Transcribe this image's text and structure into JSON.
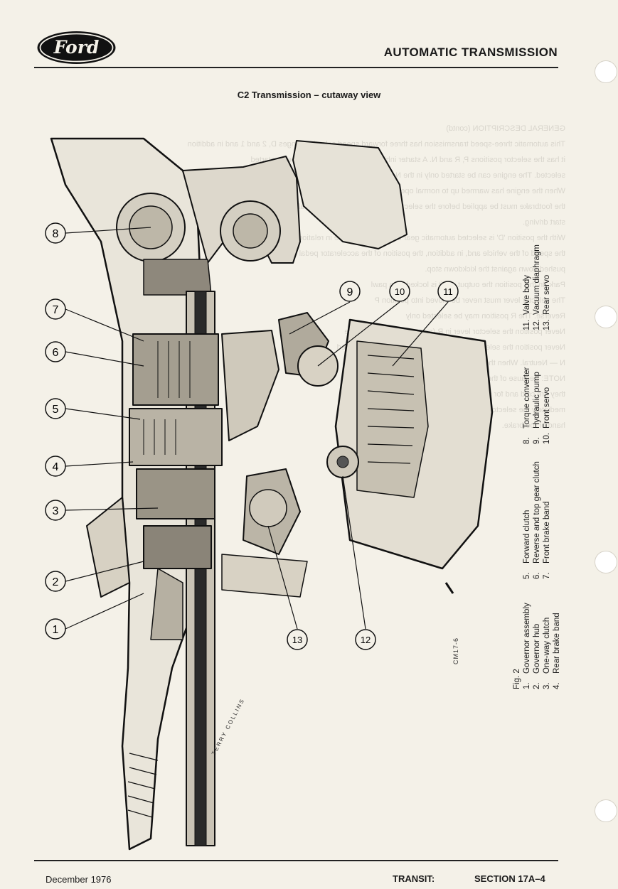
{
  "header": {
    "logo_text": "Ford",
    "title": "AUTOMATIC TRANSMISSION"
  },
  "figure": {
    "title": "C2 Transmission – cutaway view",
    "code": "CM17-6",
    "artist_signature": "TERRY COLLINS",
    "callouts": [
      "1",
      "2",
      "3",
      "4",
      "5",
      "6",
      "7",
      "8",
      "9",
      "10",
      "11",
      "12",
      "13"
    ]
  },
  "legend": {
    "heading": "Fig. 2",
    "columns": [
      [
        {
          "num": "1.",
          "label": "Governor assembly"
        },
        {
          "num": "2.",
          "label": "Governor hub"
        },
        {
          "num": "3.",
          "label": "One-way clutch"
        },
        {
          "num": "4.",
          "label": "Rear brake band"
        }
      ],
      [
        {
          "num": "5.",
          "label": "Forward clutch"
        },
        {
          "num": "6.",
          "label": "Reverse and top gear clutch"
        },
        {
          "num": "7.",
          "label": "Front brake band"
        }
      ],
      [
        {
          "num": "8.",
          "label": "Torque converter"
        },
        {
          "num": "9.",
          "label": "Hydraulic pump"
        },
        {
          "num": "10.",
          "label": "Front servo"
        }
      ],
      [
        {
          "num": "11.",
          "label": "Valve body"
        },
        {
          "num": "12.",
          "label": "Vacuum diaphragm"
        },
        {
          "num": "13.",
          "label": "Rear servo"
        }
      ]
    ]
  },
  "bleed_through": [
    "GENERAL DESCRIPTION (contd)",
    "This automatic three-speed transmission has three forward speed selection ranges D, 2 and 1 and in addition",
    "it has the selector positions P, R and N. A starter inhibitor prevents the engine being started",
    "selected. The engine can be started only in the N (neutral) and P (Park) positions.",
    "When the engine has warmed up to normal operating temperature the creep",
    "the footbrake must be applied before the selector lever is moved from neutral",
    "start driving.",
    "With the position 'D' is selected automatic gear changes take place in relation to",
    "the speed of the vehicle and, in addition, the position of the accelerator pedal",
    "pushed down against the kickdown stop.",
    "Park. In this position the output shaft is locked by a pawl",
    "The selector lever must never be moved into position P",
    "Reverse. The R position may be selected only",
    "Never position the selector lever in R (reverse) while the vehicle",
    "Never position the selector lever in P or 2 while travelling at speed",
    "N — Neutral. When the selector lever is in neutral",
    "NOTE: Because of the converter's automatic clutch changes",
    "they are cold and for several minutes",
    "mediately the selector lever",
    "hand or footbrake."
  ],
  "footer": {
    "date": "December 1976",
    "model": "TRANSIT:",
    "section": "SECTION 17A–4"
  }
}
